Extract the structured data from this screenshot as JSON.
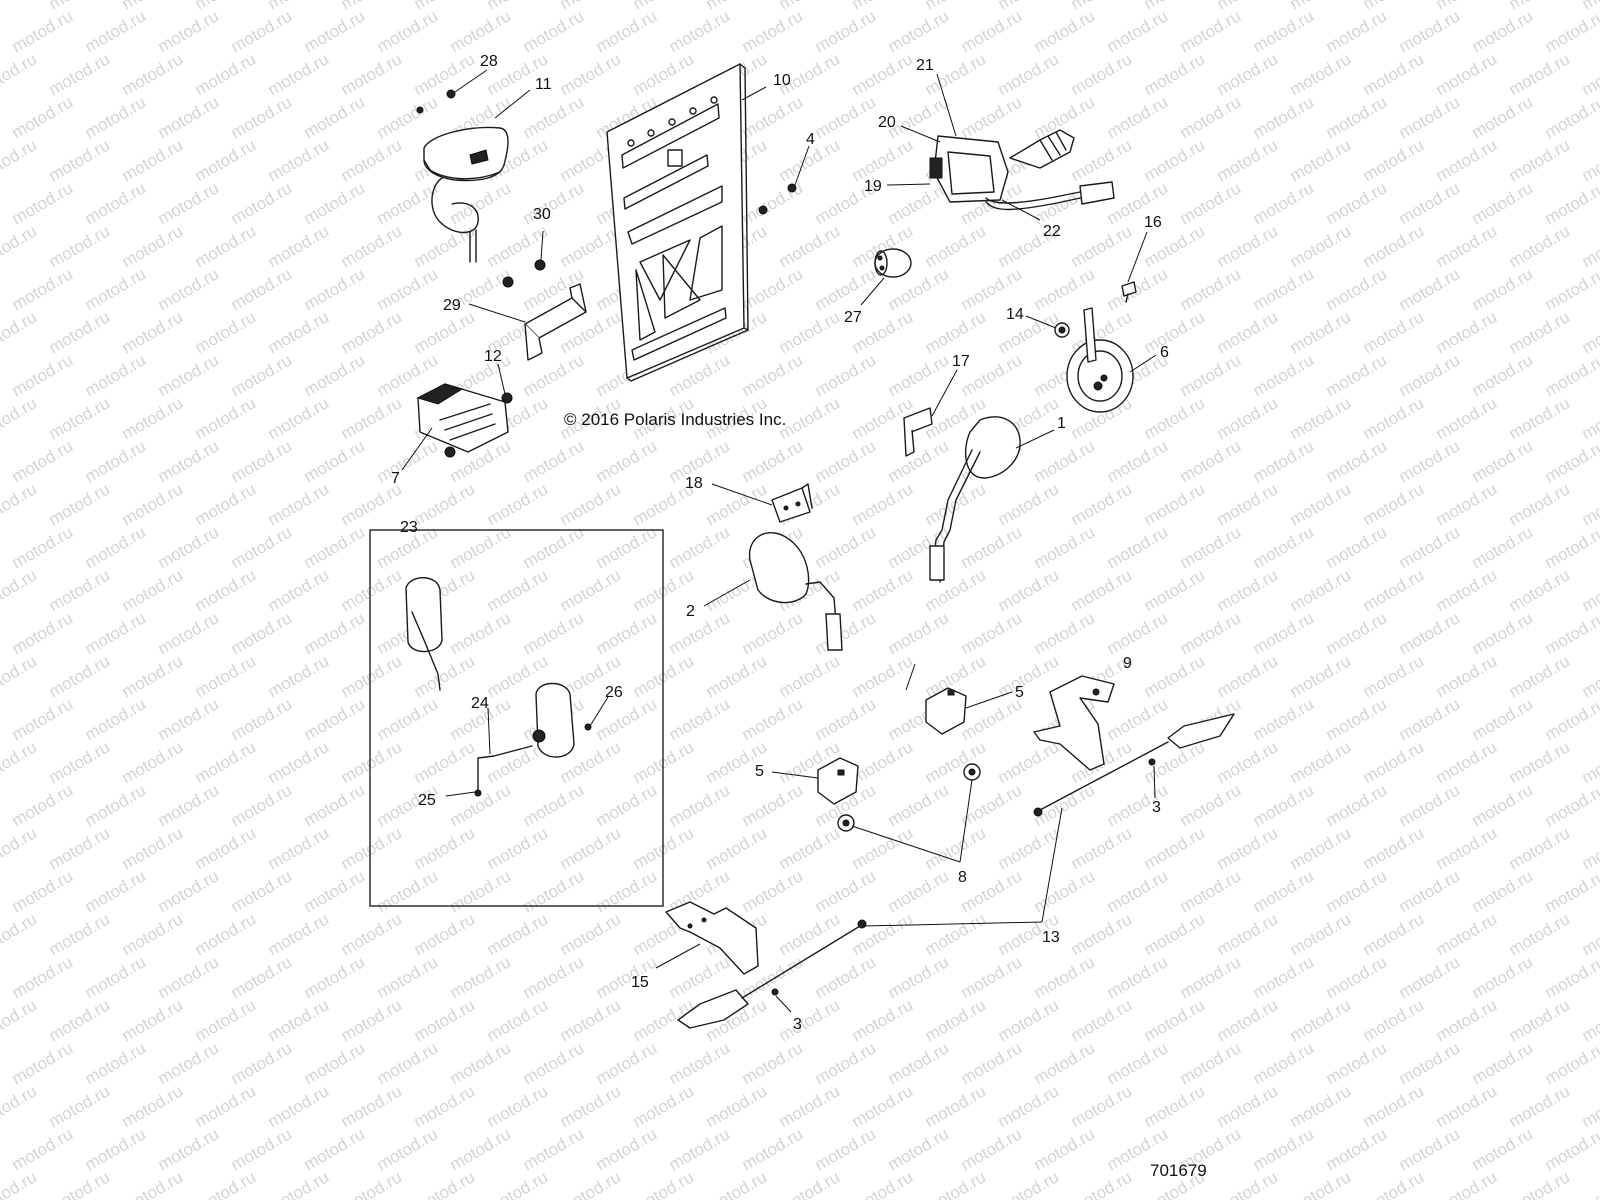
{
  "watermark": {
    "text": "motod.ru"
  },
  "copyright": "© 2016 Polaris Industries Inc.",
  "document_number": "701679",
  "callouts": {
    "c28": "28",
    "c11": "11",
    "c10": "10",
    "c4": "4",
    "c30": "30",
    "c29": "29",
    "c12": "12",
    "c7": "7",
    "c21": "21",
    "c20": "20",
    "c19": "19",
    "c22": "22",
    "c27": "27",
    "c16": "16",
    "c14": "14",
    "c6": "6",
    "c17": "17",
    "c1": "1",
    "c18": "18",
    "c2": "2",
    "c23": "23",
    "c24": "24",
    "c26": "26",
    "c25": "25",
    "c9": "9",
    "c5a": "5",
    "c5b": "5",
    "c3a": "3",
    "c8": "8",
    "c13": "13",
    "c15": "15",
    "c3b": "3"
  }
}
